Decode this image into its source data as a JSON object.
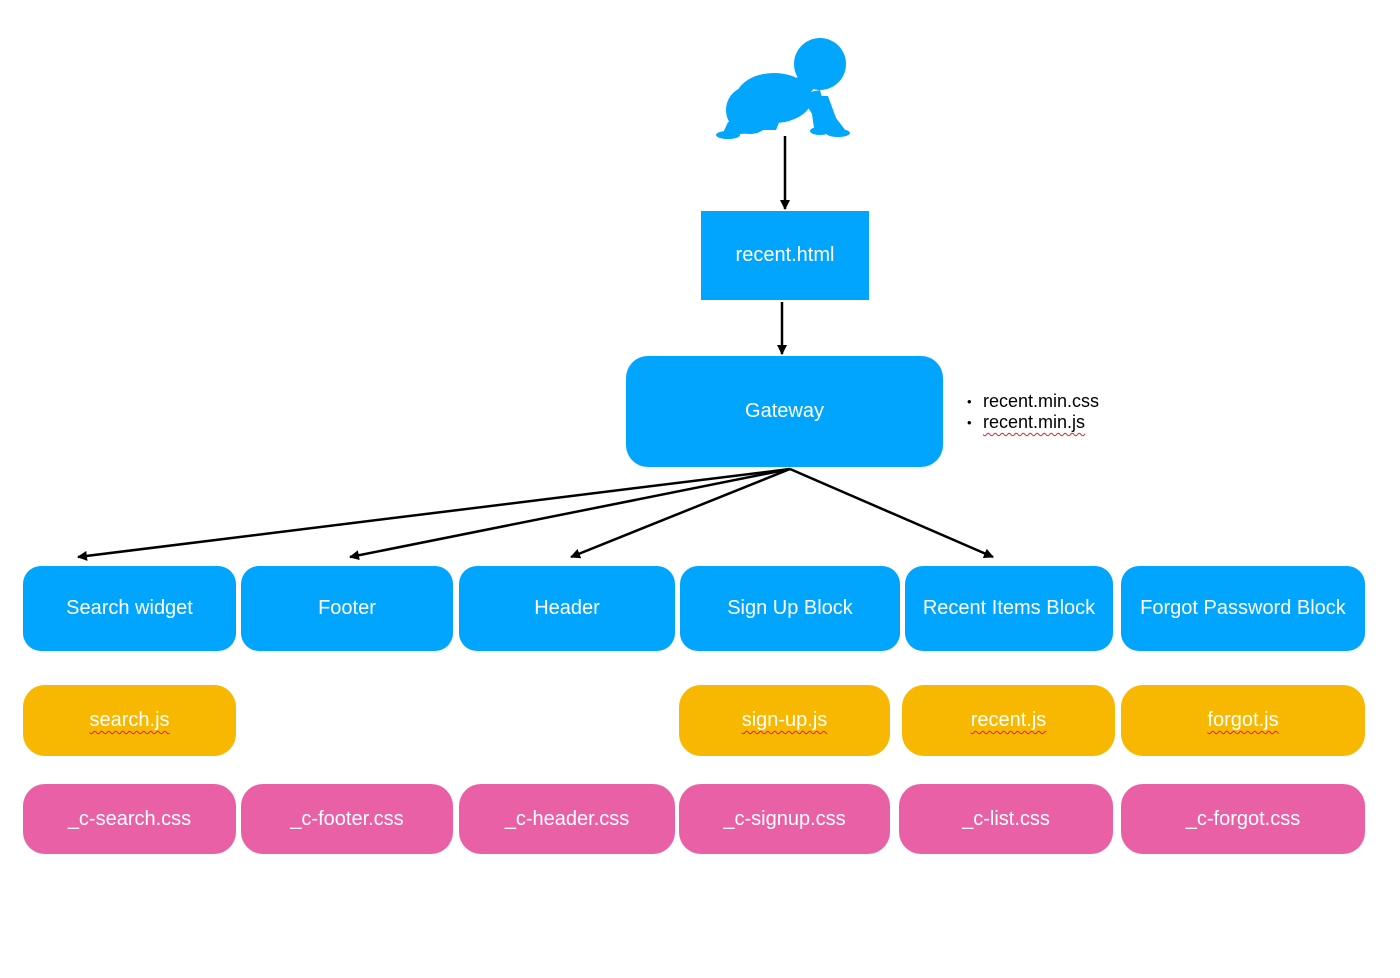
{
  "entry_page": {
    "label": "recent.html"
  },
  "gateway": {
    "label": "Gateway"
  },
  "gateway_assets": [
    "recent.min.css",
    "recent.min.js"
  ],
  "blocks": [
    {
      "label": "Search widget",
      "js": "search.js",
      "css": "_c-search.css"
    },
    {
      "label": "Footer",
      "js": null,
      "css": "_c-footer.css"
    },
    {
      "label": "Header",
      "js": null,
      "css": "_c-header.css"
    },
    {
      "label": "Sign Up Block",
      "js": "sign-up.js",
      "css": "_c-signup.css"
    },
    {
      "label": "Recent Items Block",
      "js": "recent.js",
      "css": "_c-list.css"
    },
    {
      "label": "Forgot Password Block",
      "js": "forgot.js",
      "css": "_c-forgot.css"
    }
  ],
  "colors": {
    "component": "#02a5fd",
    "javascript": "#f8b700",
    "stylesheet": "#ea60a6",
    "arrow": "#000000"
  },
  "icons": {
    "user": "crawling-baby-icon"
  }
}
